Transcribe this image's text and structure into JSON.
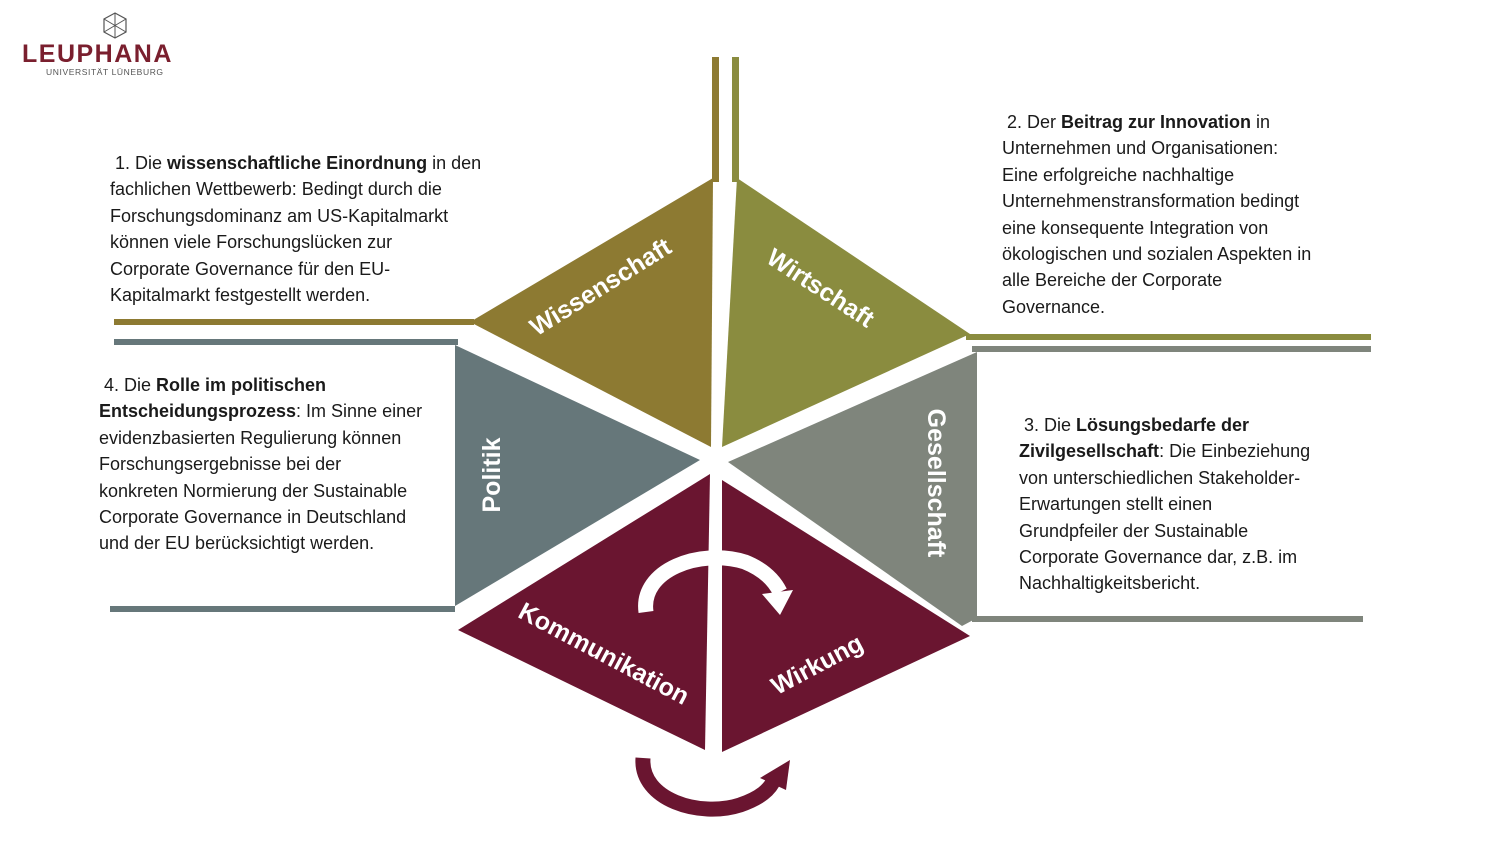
{
  "logo": {
    "name": "LEUPHANA",
    "subtitle": "UNIVERSITÄT LÜNEBURG"
  },
  "colors": {
    "wissenschaft": "#8d7a32",
    "wirtschaft": "#8a8c3f",
    "gesellschaft": "#7f857c",
    "politik": "#66777a",
    "wirkung": "#6a1530",
    "logo": "#7a1f2e"
  },
  "segments": {
    "wissenschaft": "Wissenschaft",
    "wirtschaft": "Wirtschaft",
    "gesellschaft": "Gesellschaft",
    "politik": "Politik",
    "kommunikation": "Kommunikation",
    "wirkung": "Wirkung"
  },
  "paragraphs": [
    {
      "id": "p1",
      "lines": [
        [
          {
            "t": " 1. Die "
          },
          {
            "t": "wissenschaftliche Einordnung",
            "b": true
          },
          {
            "t": " in den"
          }
        ],
        [
          {
            "t": "fachlichen Wettbewerb: Bedingt durch die"
          }
        ],
        [
          {
            "t": "Forschungsdominanz am US-Kapitalmarkt"
          }
        ],
        [
          {
            "t": "können viele Forschungslücken zur"
          }
        ],
        [
          {
            "t": "Corporate Governance für den EU-"
          }
        ],
        [
          {
            "t": "Kapitalmarkt festgestellt werden."
          }
        ]
      ]
    },
    {
      "id": "p2",
      "lines": [
        [
          {
            "t": " 2. Der "
          },
          {
            "t": "Beitrag zur Innovation",
            "b": true
          },
          {
            "t": " in"
          }
        ],
        [
          {
            "t": "Unternehmen und Organisationen:"
          }
        ],
        [
          {
            "t": "Eine erfolgreiche nachhaltige"
          }
        ],
        [
          {
            "t": "Unternehmenstransformation bedingt"
          }
        ],
        [
          {
            "t": "eine konsequente Integration von"
          }
        ],
        [
          {
            "t": "ökologischen und sozialen Aspekten in"
          }
        ],
        [
          {
            "t": "alle Bereiche der Corporate"
          }
        ],
        [
          {
            "t": "Governance."
          }
        ]
      ]
    },
    {
      "id": "p3",
      "lines": [
        [
          {
            "t": " 3. Die "
          },
          {
            "t": "Lösungsbedarfe der",
            "b": true
          }
        ],
        [
          {
            "t": "Zivilgesellschaft",
            "b": true
          },
          {
            "t": ": Die Einbeziehung"
          }
        ],
        [
          {
            "t": "von unterschiedlichen Stakeholder-"
          }
        ],
        [
          {
            "t": "Erwartungen stellt einen"
          }
        ],
        [
          {
            "t": "Grundpfeiler der Sustainable"
          }
        ],
        [
          {
            "t": "Corporate Governance dar, z.B. im"
          }
        ],
        [
          {
            "t": "Nachhaltigkeitsbericht."
          }
        ]
      ]
    },
    {
      "id": "p4",
      "lines": [
        [
          {
            "t": " 4. Die "
          },
          {
            "t": "Rolle im politischen",
            "b": true
          }
        ],
        [
          {
            "t": "Entscheidungsprozess",
            "b": true
          },
          {
            "t": ": Im Sinne einer"
          }
        ],
        [
          {
            "t": "evidenzbasierten Regulierung können"
          }
        ],
        [
          {
            "t": "Forschungsergebnisse bei der"
          }
        ],
        [
          {
            "t": "konkreten Normierung der Sustainable"
          }
        ],
        [
          {
            "t": "Corporate Governance in Deutschland"
          }
        ],
        [
          {
            "t": "und der EU berücksichtigt werden."
          }
        ]
      ]
    }
  ]
}
